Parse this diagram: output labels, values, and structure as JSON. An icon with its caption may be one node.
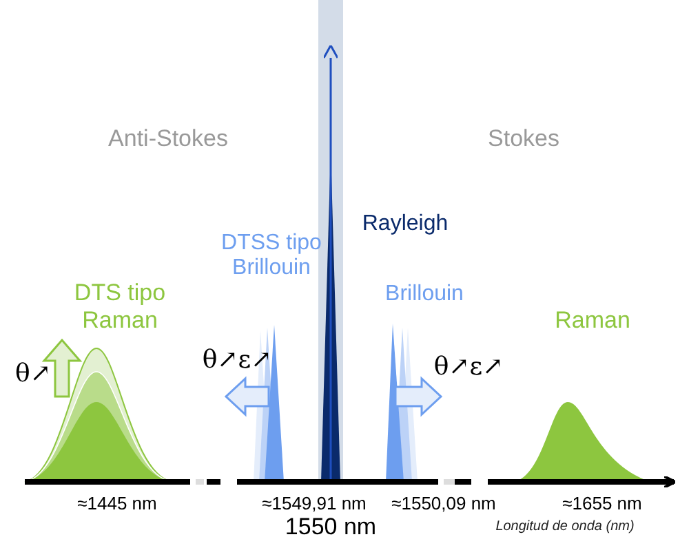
{
  "diagram": {
    "labels": [
      "Anti-Stokes",
      "Stokes",
      "Rayleigh",
      "DTSS tipo Brillouin",
      "DTS tipo Raman",
      "Brillouin",
      "Raman",
      "θ↗",
      "θ↗ε↗",
      "θ↗ε↗",
      "≈1445 nm",
      "≈1549,91 nm",
      "≈1550,09 nm",
      "≈1655 nm",
      "1550 nm",
      "Longitud de onda (nm)"
    ]
  }
}
